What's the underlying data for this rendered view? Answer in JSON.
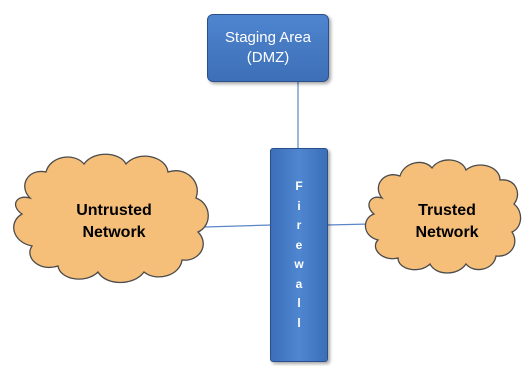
{
  "staging_area": {
    "line1": "Staging Area",
    "line2": "(DMZ)"
  },
  "firewall": {
    "letters": [
      "F",
      "i",
      "r",
      "e",
      "w",
      "a",
      "l",
      "l"
    ]
  },
  "untrusted": {
    "line1": "Untrusted",
    "line2": "Network"
  },
  "trusted": {
    "line1": "Trusted",
    "line2": "Network"
  },
  "colors": {
    "box_fill": "#4472c4",
    "box_border": "#2b4f8a",
    "cloud_fill": "#f5bf7a",
    "cloud_stroke": "#4b4b4b",
    "connector": "#5a86c8"
  }
}
